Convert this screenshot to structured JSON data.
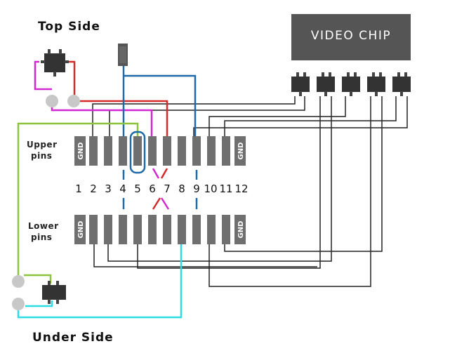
{
  "labels": {
    "top_side": "Top Side",
    "under_side": "Under Side",
    "upper_pins": [
      "Upper",
      "pins"
    ],
    "lower_pins": [
      "Lower",
      "pins"
    ],
    "gnd": "GND",
    "video_chip": "VIDEO CHIP"
  },
  "pin_numbers": [
    "1",
    "2",
    "3",
    "4",
    "5",
    "6",
    "7",
    "8",
    "9",
    "10",
    "11",
    "12"
  ],
  "colors": {
    "pin": "#6f6f6f",
    "chip": "#555555",
    "pad": "#c8c8c8",
    "wire_black": "#222222",
    "wire_blue": "#1e6aa8",
    "wire_red": "#d42a2a",
    "wire_magenta": "#d228d2",
    "wire_green": "#8cc43c",
    "wire_cyan": "#2cdde6",
    "highlight": "#1e6aa8"
  }
}
